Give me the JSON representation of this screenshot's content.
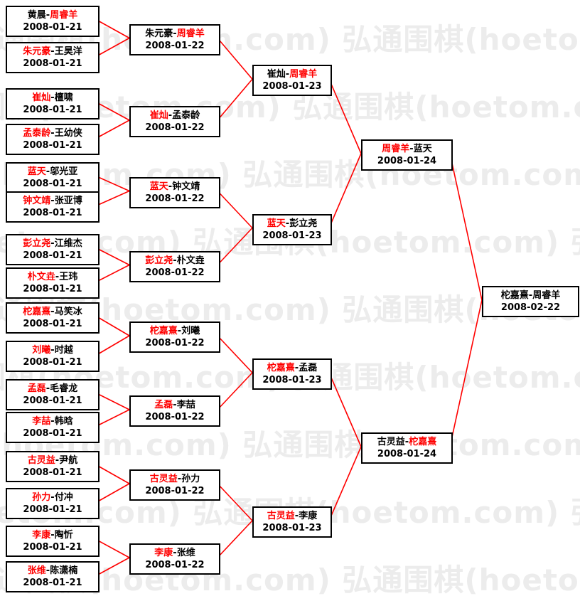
{
  "watermark": {
    "text": "弘通围棋(hoetom.com)",
    "color": "#ececec"
  },
  "colors": {
    "winner": "#ff0000",
    "player": "#000000",
    "line": "#ff0000",
    "box_border": "#000000",
    "box_bg": "#ffffff"
  },
  "separator": "-",
  "rounds": [
    {
      "round": 1,
      "matches": [
        {
          "p1": "黄晨",
          "p2": "周睿羊",
          "winner": 2,
          "date": "2008-01-21"
        },
        {
          "p1": "朱元豪",
          "p2": "王昊洋",
          "winner": 1,
          "date": "2008-01-21"
        },
        {
          "p1": "崔灿",
          "p2": "檀啸",
          "winner": 1,
          "date": "2008-01-21"
        },
        {
          "p1": "孟泰龄",
          "p2": "王幼侠",
          "winner": 1,
          "date": "2008-01-21"
        },
        {
          "p1": "蓝天",
          "p2": "邬光亚",
          "winner": 1,
          "date": "2008-01-21"
        },
        {
          "p1": "钟文靖",
          "p2": "张亚博",
          "winner": 1,
          "date": "2008-01-21"
        },
        {
          "p1": "彭立尧",
          "p2": "江维杰",
          "winner": 1,
          "date": "2008-01-21"
        },
        {
          "p1": "朴文垚",
          "p2": "王玮",
          "winner": 1,
          "date": "2008-01-21"
        },
        {
          "p1": "柁嘉熹",
          "p2": "马笑冰",
          "winner": 1,
          "date": "2008-01-21"
        },
        {
          "p1": "刘曦",
          "p2": "时越",
          "winner": 1,
          "date": "2008-01-21"
        },
        {
          "p1": "孟磊",
          "p2": "毛睿龙",
          "winner": 1,
          "date": "2008-01-21"
        },
        {
          "p1": "李喆",
          "p2": "韩晗",
          "winner": 1,
          "date": "2008-01-21"
        },
        {
          "p1": "古灵益",
          "p2": "尹航",
          "winner": 1,
          "date": "2008-01-21"
        },
        {
          "p1": "孙力",
          "p2": "付冲",
          "winner": 1,
          "date": "2008-01-21"
        },
        {
          "p1": "李康",
          "p2": "陶忻",
          "winner": 1,
          "date": "2008-01-21"
        },
        {
          "p1": "张维",
          "p2": "陈潇楠",
          "winner": 1,
          "date": "2008-01-21"
        }
      ]
    },
    {
      "round": 2,
      "matches": [
        {
          "p1": "朱元豪",
          "p2": "周睿羊",
          "winner": 2,
          "date": "2008-01-22"
        },
        {
          "p1": "崔灿",
          "p2": "孟泰龄",
          "winner": 1,
          "date": "2008-01-22"
        },
        {
          "p1": "蓝天",
          "p2": "钟文靖",
          "winner": 1,
          "date": "2008-01-22"
        },
        {
          "p1": "彭立尧",
          "p2": "朴文垚",
          "winner": 1,
          "date": "2008-01-22"
        },
        {
          "p1": "柁嘉熹",
          "p2": "刘曦",
          "winner": 1,
          "date": "2008-01-22"
        },
        {
          "p1": "孟磊",
          "p2": "李喆",
          "winner": 1,
          "date": "2008-01-22"
        },
        {
          "p1": "古灵益",
          "p2": "孙力",
          "winner": 1,
          "date": "2008-01-22"
        },
        {
          "p1": "李康",
          "p2": "张维",
          "winner": 1,
          "date": "2008-01-22"
        }
      ]
    },
    {
      "round": 3,
      "matches": [
        {
          "p1": "崔灿",
          "p2": "周睿羊",
          "winner": 2,
          "date": "2008-01-23"
        },
        {
          "p1": "蓝天",
          "p2": "彭立尧",
          "winner": 1,
          "date": "2008-01-23"
        },
        {
          "p1": "柁嘉熹",
          "p2": "孟磊",
          "winner": 1,
          "date": "2008-01-23"
        },
        {
          "p1": "古灵益",
          "p2": "李康",
          "winner": 1,
          "date": "2008-01-23"
        }
      ]
    },
    {
      "round": 4,
      "matches": [
        {
          "p1": "周睿羊",
          "p2": "蓝天",
          "winner": 1,
          "date": "2008-01-24"
        },
        {
          "p1": "古灵益",
          "p2": "柁嘉熹",
          "winner": 2,
          "date": "2008-01-24"
        }
      ]
    },
    {
      "round": 5,
      "matches": [
        {
          "p1": "柁嘉熹",
          "p2": "周睿羊",
          "winner": 0,
          "date": "2008-02-22"
        }
      ]
    }
  ]
}
